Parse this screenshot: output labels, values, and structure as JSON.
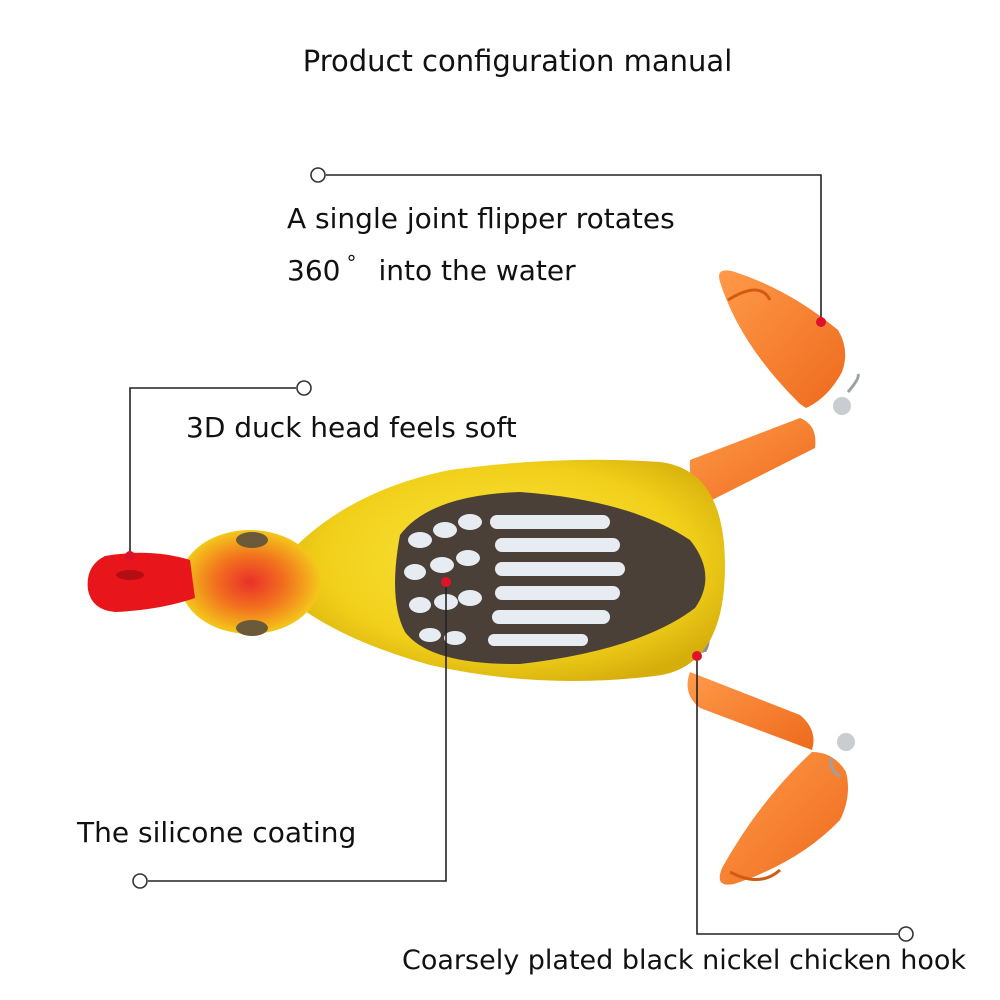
{
  "title": "Product configuration manual",
  "callouts": {
    "flipper_line1": "A single joint flipper rotates",
    "flipper_line2_num": "360",
    "flipper_line2_deg": "°",
    "flipper_line2_rest": "into the water",
    "head": "3D duck head feels soft",
    "coating": "The silicone coating",
    "hook": "Coarsely plated black nickel chicken hook"
  },
  "colors": {
    "body": "#f4d81a",
    "beak": "#e8161a",
    "head_blush": "#f0701f",
    "wing": "#4a4038",
    "wing_stripe": "#e6ecf2",
    "flipper": "#f97c2c",
    "callout_line": "#222222",
    "marker_dot": "#e0122a"
  }
}
